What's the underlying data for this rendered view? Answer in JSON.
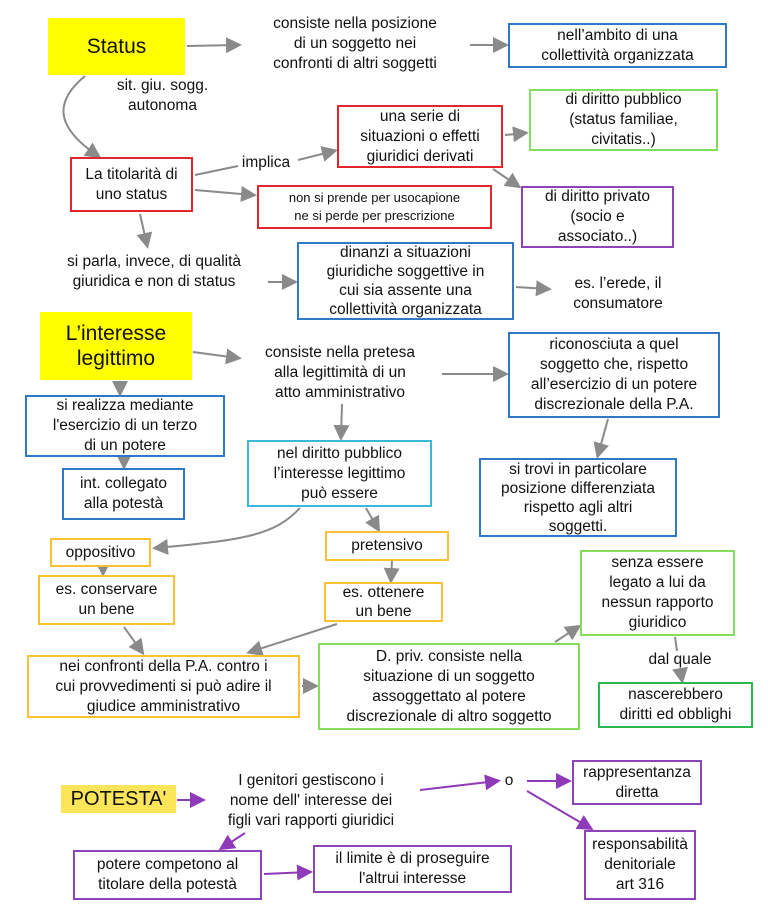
{
  "colors": {
    "blue": "#2f78c8",
    "red": "#e3262b",
    "green": "#86dc5c",
    "dark_green": "#2cb64e",
    "purple": "#8d44b8",
    "orange": "#f8c234",
    "cyan": "#3bb7d8",
    "highlight": "#ffff00",
    "potesta_highlight": "#fde55a",
    "arrow_gray": "#8a8a8a"
  },
  "status": {
    "title": "Status",
    "consiste": "consiste nella posizione\ndi un soggetto nei\nconfronti di altri soggetti",
    "ambito": "nell’ambito di una\ncollettività organizzata",
    "sit": "sit. giu. sogg.\nautonoma",
    "titolarita": "La titolarità di\nuno status",
    "implica": "implica",
    "serie": "una serie di\nsituazioni o effetti\ngiuridici derivati",
    "pubblico": "di diritto pubblico\n(status familiae,\ncivitatis..)",
    "privato": "di diritto privato\n(socio e\nassociato..)",
    "non_prende": "non si prende per usocapione\nne si perde per prescrizione",
    "qualita": "si parla, invece, di qualità\ngiuridica e non di status",
    "dinanzi": "dinanzi a situazioni\ngiuridiche soggettive in\ncui sia assente una\ncollettività organizzata",
    "erede": "es. l’erede, il\nconsumatore"
  },
  "interesse": {
    "title": "L’interesse\nlegittimo",
    "pretesa": "consiste nella pretesa\nalla legittimità di un\natto amministrativo",
    "riconosciuta": "riconosciuta a quel\nsoggetto che, rispetto\nall’esercizio di un potere\ndiscrezionale della P.A.",
    "realizza": "si realizza mediante\nl'esercizio di un terzo\ndi un potere",
    "collegato": "int. collegato\nalla potestà",
    "nel_diritto": "nel diritto pubblico\nl’interesse legittimo\npuò essere",
    "si_trovi": "si trovi in particolare\nposizione differenziata\nrispetto agli altri\nsoggetti.",
    "oppositivo": "oppositivo",
    "pretensivo": "pretensivo",
    "conservare": "es. conservare\nun bene",
    "ottenere": "es. ottenere\nun bene",
    "confronti": "nei confronti della P.A. contro i\ncui provvedimenti si può adire il\ngiudice amministrativo",
    "dpriv": "D. priv. consiste nella\nsituazione di un soggetto\nassoggettato al potere\ndiscrezionale di altro soggetto",
    "senza": "senza essere\nlegato a lui da\nnessun rapporto\ngiuridico",
    "dal_quale": "dal quale",
    "nascerebbero": "nascerebbero\ndiritti ed obblighi"
  },
  "potesta": {
    "title": "POTESTA'",
    "genitori": "I genitori gestiscono i\nnome dell' interesse dei\nfigli vari rapporti giuridici",
    "o": "o",
    "rappresentanza": "rappresentanza\ndiretta",
    "responsabilita": "responsabilità\ndenitoriale\nart 316",
    "potere": "potere competono al\ntitolare della potestà",
    "limite": "il limite è di proseguire\nl'altrui interesse"
  }
}
